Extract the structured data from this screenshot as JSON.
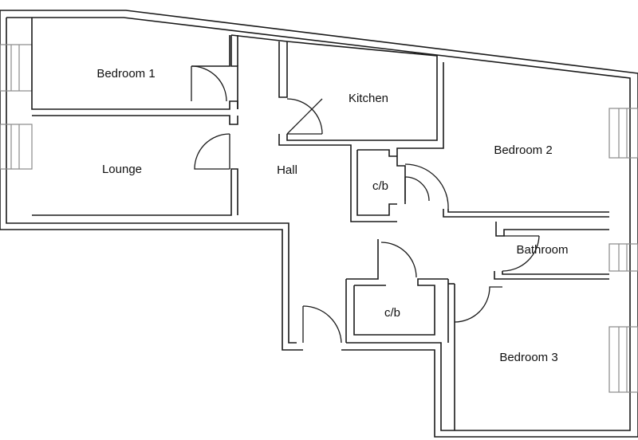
{
  "plan": {
    "rooms": [
      {
        "id": "bedroom-1",
        "label": "Bedroom 1"
      },
      {
        "id": "lounge",
        "label": "Lounge"
      },
      {
        "id": "hall",
        "label": "Hall"
      },
      {
        "id": "kitchen",
        "label": "Kitchen"
      },
      {
        "id": "cupboard-1",
        "label": "c/b"
      },
      {
        "id": "bedroom-2",
        "label": "Bedroom 2"
      },
      {
        "id": "bathroom",
        "label": "Bathroom"
      },
      {
        "id": "cupboard-2",
        "label": "c/b"
      },
      {
        "id": "bedroom-3",
        "label": "Bedroom 3"
      }
    ]
  }
}
